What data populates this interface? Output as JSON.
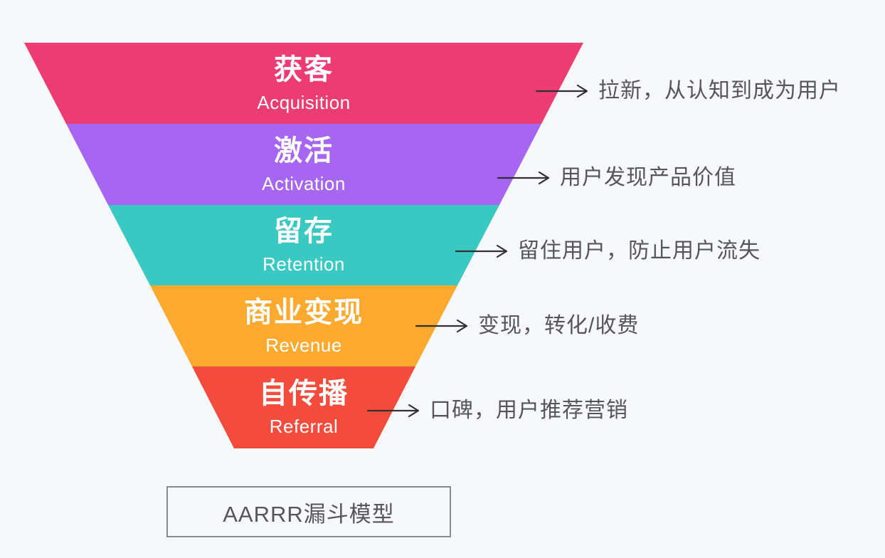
{
  "page": {
    "background": "#f7f8fa"
  },
  "funnel": {
    "stages": [
      {
        "id": "acquisition",
        "zh": "获客",
        "en": "Acquisition",
        "color": "#ed3c74",
        "annotation": "拉新，从认知到成为用户"
      },
      {
        "id": "activation",
        "zh": "激活",
        "en": "Activation",
        "color": "#a666f2",
        "annotation": "用户发现产品价值"
      },
      {
        "id": "retention",
        "zh": "留存",
        "en": "Retention",
        "color": "#3ac8c2",
        "annotation": "留住用户，防止用户流失"
      },
      {
        "id": "revenue",
        "zh": "商业变现",
        "en": "Revenue",
        "color": "#fca930",
        "annotation": "变现，转化/收费"
      },
      {
        "id": "referral",
        "zh": "自传播",
        "en": "Referral",
        "color": "#f34b3c",
        "annotation": "口碑，用户推荐营销"
      }
    ],
    "stage_text_color": "#ffffff",
    "annotation_text_color": "#55565c",
    "arrow_color": "#303034"
  },
  "caption": {
    "label": "AARRR漏斗模型",
    "border_color": "#8a8a92",
    "text_color": "#55555c"
  }
}
